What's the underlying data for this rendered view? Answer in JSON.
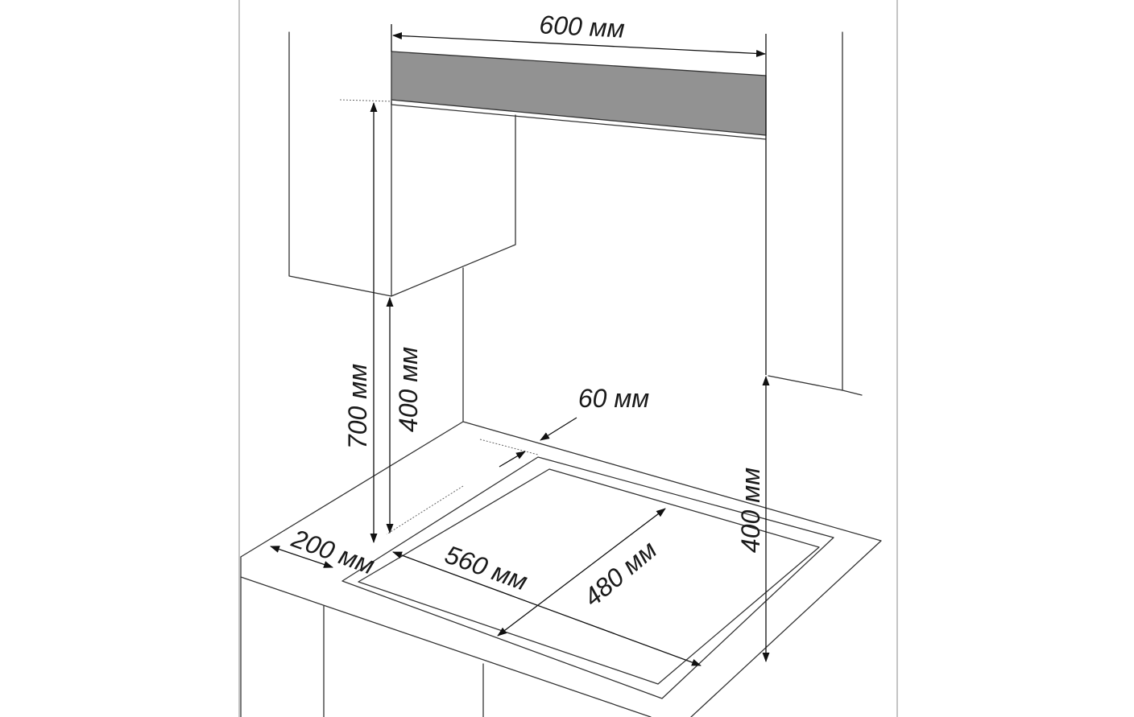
{
  "colors": {
    "background": "#ffffff",
    "line": "#333333",
    "hood_band": "#929292"
  },
  "dimensions": {
    "hood_width": "600 мм",
    "cabinet_to_countertop": "700 мм",
    "hood_to_countertop_left": "400 мм",
    "hood_to_countertop_right": "400 мм",
    "back_gap": "60 мм",
    "side_gap": "200 мм",
    "cutout_width": "560 мм",
    "cutout_depth": "480 мм"
  }
}
